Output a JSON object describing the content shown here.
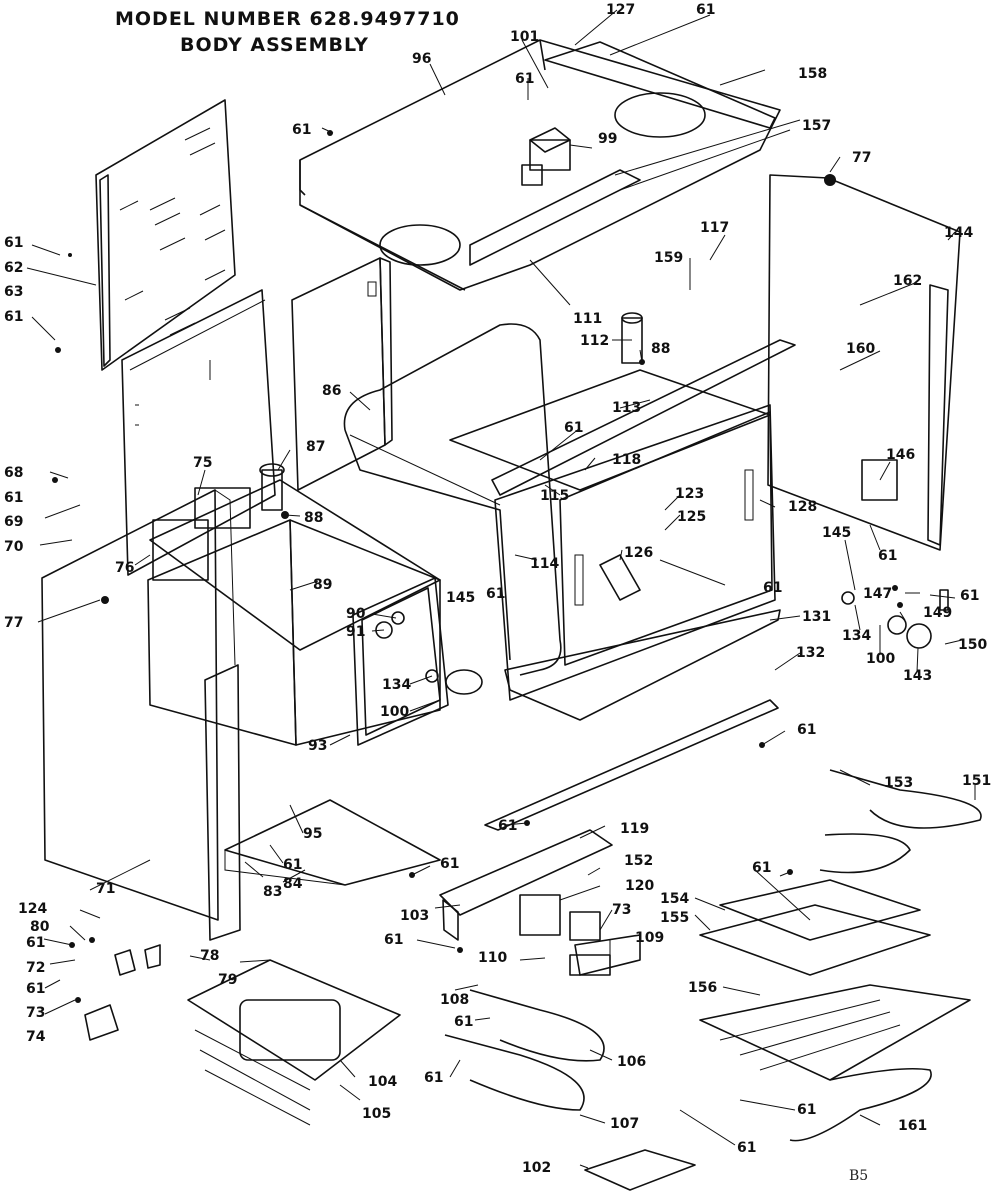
{
  "title": {
    "line1": "MODEL NUMBER 628.9497710",
    "line2": "BODY ASSEMBLY"
  },
  "footer": "B5",
  "colors": {
    "ink": "#111111",
    "paper": "#ffffff"
  },
  "part_labels": [
    "61",
    "62",
    "63",
    "61",
    "68",
    "61",
    "69",
    "70",
    "77",
    "75",
    "76",
    "87",
    "88",
    "86",
    "89",
    "90",
    "91",
    "145",
    "61",
    "134",
    "100",
    "93",
    "95",
    "61",
    "83",
    "84",
    "61",
    "71",
    "124",
    "80",
    "61",
    "72",
    "61",
    "73",
    "74",
    "78",
    "79",
    "104",
    "105",
    "96",
    "101",
    "61",
    "127",
    "61",
    "158",
    "61",
    "99",
    "157",
    "111",
    "159",
    "117",
    "112",
    "88",
    "113",
    "61",
    "118",
    "115",
    "123",
    "125",
    "114",
    "126",
    "128",
    "61",
    "77",
    "144",
    "162",
    "160",
    "146",
    "61",
    "145",
    "147",
    "61",
    "149",
    "134",
    "100",
    "143",
    "150",
    "131",
    "132",
    "61",
    "153",
    "151",
    "119",
    "152",
    "61",
    "103",
    "61",
    "120",
    "73",
    "109",
    "110",
    "108",
    "61",
    "106",
    "61",
    "107",
    "61",
    "154",
    "155",
    "156",
    "61",
    "161",
    "61",
    "102"
  ]
}
